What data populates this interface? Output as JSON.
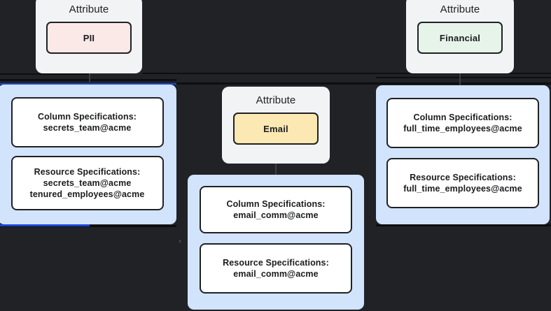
{
  "theme": {
    "canvas_bg": "#202226",
    "attribute_card_bg": "#f1f3f4",
    "spec_panel_bg": "#d2e3fc",
    "spec_box_bg": "#ffffff",
    "outline": "#202124",
    "accent_blue": "#1a47d6",
    "chip_pii_bg": "#fbe9e7",
    "chip_email_bg": "#fce8b2",
    "chip_financial_bg": "#e6f4ea"
  },
  "labels": {
    "attribute": "Attribute",
    "column_specifications": "Column Specifications:",
    "resource_specifications": "Resource Specifications:",
    "chevron": "›"
  },
  "groups": [
    {
      "id": "pii",
      "attribute_label": "Attribute",
      "chip_label": "PII",
      "chip_color": "#fbe9e7",
      "column_spec": {
        "title": "Column Specifications:",
        "items": [
          "secrets_team@acme"
        ]
      },
      "resource_spec": {
        "title": "Resource Specifications:",
        "items": [
          "secrets_team@acme",
          "tenured_employees@acme"
        ]
      }
    },
    {
      "id": "email",
      "attribute_label": "Attribute",
      "chip_label": "Email",
      "chip_color": "#fce8b2",
      "column_spec": {
        "title": "Column Specifications:",
        "items": [
          "email_comm@acme"
        ]
      },
      "resource_spec": {
        "title": "Resource Specifications:",
        "items": [
          "email_comm@acme"
        ]
      }
    },
    {
      "id": "financial",
      "attribute_label": "Attribute",
      "chip_label": "Financial",
      "chip_color": "#e6f4ea",
      "column_spec": {
        "title": "Column Specifications:",
        "items": [
          "full_time_employees@acme"
        ]
      },
      "resource_spec": {
        "title": "Resource Specifications:",
        "items": [
          "full_time_employees@acme"
        ]
      }
    }
  ]
}
